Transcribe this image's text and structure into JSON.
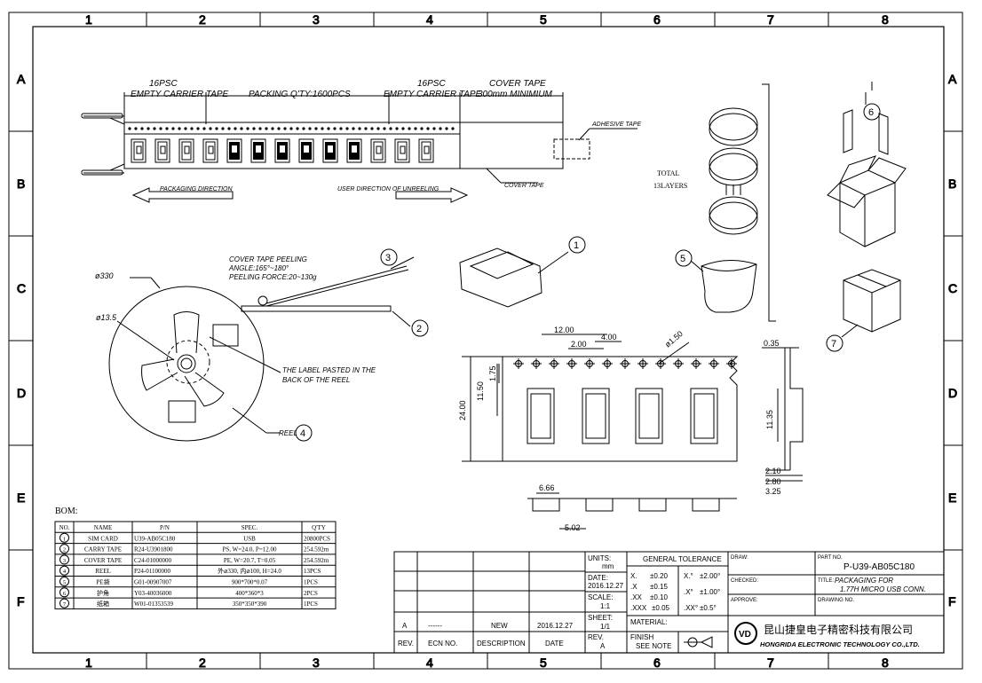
{
  "grid": {
    "columns": [
      "1",
      "2",
      "3",
      "4",
      "5",
      "6",
      "7",
      "8"
    ],
    "rows": [
      "A",
      "B",
      "C",
      "D",
      "E",
      "F"
    ]
  },
  "reel_tape": {
    "empty_leader_qty": "16PSC",
    "empty_leader_label": "EMPTY CARRIER TAPE",
    "packing_qty": "PACKING Q'TY:1600PCS",
    "empty_trailer_qty": "16PSC",
    "empty_trailer_label": "EMPTY CARRIER TAPE",
    "cover_tape_label": "COVER TAPE",
    "cover_tape_min": "300mm  MINIMIUM",
    "adhesive_tape": "ADHESIVE TAPE",
    "cover_tape_callout": "COVER TAPE",
    "packaging_direction": "PACKAGING DIRECTION",
    "unreeling_direction": "USER DIRECTION OF UNREELING"
  },
  "reel": {
    "diameter": "ø330",
    "hub_diameter": "ø13.5",
    "peeling_line1": "COVER TAPE PEELING",
    "peeling_line2": "ANGLE:165°~180°",
    "peeling_line3": "PEELING FORCE:20~130g",
    "label_line1": "THE LABEL PASTED IN THE",
    "label_line2": "BACK OF THE REEL",
    "reel_label": "REEL",
    "callout_2": "2",
    "callout_3": "3",
    "callout_4": "4"
  },
  "stack": {
    "total": "TOTAL",
    "layers": "13LAYERS",
    "callout_1": "1",
    "callout_5": "5",
    "callout_6": "6",
    "callout_7": "7"
  },
  "tape_dims": {
    "pitch": "12.00",
    "d2": "2.00",
    "d4": "4.00",
    "hole": "ø1.50",
    "width": "24.00",
    "h1150": "11.50",
    "h175": "1.75",
    "t035": "0.35",
    "h1135": "11.35",
    "d210": "2.10",
    "d280": "2.80",
    "d325": "3.25",
    "d666": "6.66",
    "d502": "5.02"
  },
  "bom": {
    "title": "BOM:",
    "headers": [
      "NO.",
      "NAME",
      "P/N",
      "SPEC.",
      "Q'TY"
    ],
    "rows": [
      {
        "no": "1",
        "name": "SIM CARD",
        "pn": "U39-AB05C180",
        "spec": "USB",
        "qty": "20800PCS"
      },
      {
        "no": "2",
        "name": "CARRY TAPE",
        "pn": "R24-U3901800",
        "spec": "PS, W=24.0, P=12.00",
        "qty": "254.592m"
      },
      {
        "no": "3",
        "name": "COVER TAPE",
        "pn": "C24-01000000",
        "spec": "PE, W=20.7, T=0.05",
        "qty": "254.592m"
      },
      {
        "no": "4",
        "name": "REEL",
        "pn": "P24-01100000",
        "spec": "外⌀330, 内⌀100, H=24.0",
        "qty": "13PCS"
      },
      {
        "no": "5",
        "name": "PE袋",
        "pn": "G01-00907007",
        "spec": "900*700*0.07",
        "qty": "1PCS"
      },
      {
        "no": "6",
        "name": "护角",
        "pn": "Y03-40036000",
        "spec": "400*360*3",
        "qty": "2PCS"
      },
      {
        "no": "7",
        "name": "纸箱",
        "pn": "W01-01353539",
        "spec": "350*350*390",
        "qty": "1PCS"
      }
    ]
  },
  "title_block": {
    "rev_letter": "A",
    "ecn_value": "------",
    "description": "NEW",
    "date": "2016.12.27",
    "col_rev": "REV.",
    "col_ecn": "ECN NO.",
    "col_desc": "DESCRIPTION",
    "col_date": "DATE",
    "units_label": "UNITS:",
    "units_value": "mm",
    "date_label": "DATE:",
    "date_value": "2016.12.27",
    "scale_label": "SCALE:",
    "scale_value": "1:1",
    "sheet_label": "SHEET:",
    "sheet_value": "1/1",
    "rev_label": "REV.",
    "rev_value": "A",
    "tol_title": "GENERAL  TOLERANCE",
    "tol": [
      {
        "a": "X.",
        "b": "±0.20",
        "c": "X.°",
        "d": "±2.00°"
      },
      {
        "a": ".X",
        "b": "±0.15",
        "c": ".X°",
        "d": "±1.00°"
      },
      {
        "a": ".XX",
        "b": "±0.10",
        "c": ".XX°",
        "d": "±0.5°"
      },
      {
        "a": ".XXX",
        "b": "±0.05",
        "c": "",
        "d": ""
      }
    ],
    "material_label": "MATERIAL:",
    "finish_label": "FINISH",
    "finish_value": "SEE NOTE",
    "draw_label": "DRAW:",
    "checked_label": "CHECKED:",
    "approve_label": "APPROVE:",
    "part_no_label": "PART NO.",
    "part_no": "P-U39-AB05C180",
    "title_label": "TITLE:",
    "title_line1": "PACKAGING FOR",
    "title_line2": "1.77H MICRO USB CONN.",
    "drawing_no_label": "DRAWING NO.",
    "logo_text": "VD",
    "company_cn": "昆山捷皇电子精密科技有限公司",
    "company_en": "HONGRIDA ELECTRONIC TECHNOLOGY CO.,LTD."
  }
}
